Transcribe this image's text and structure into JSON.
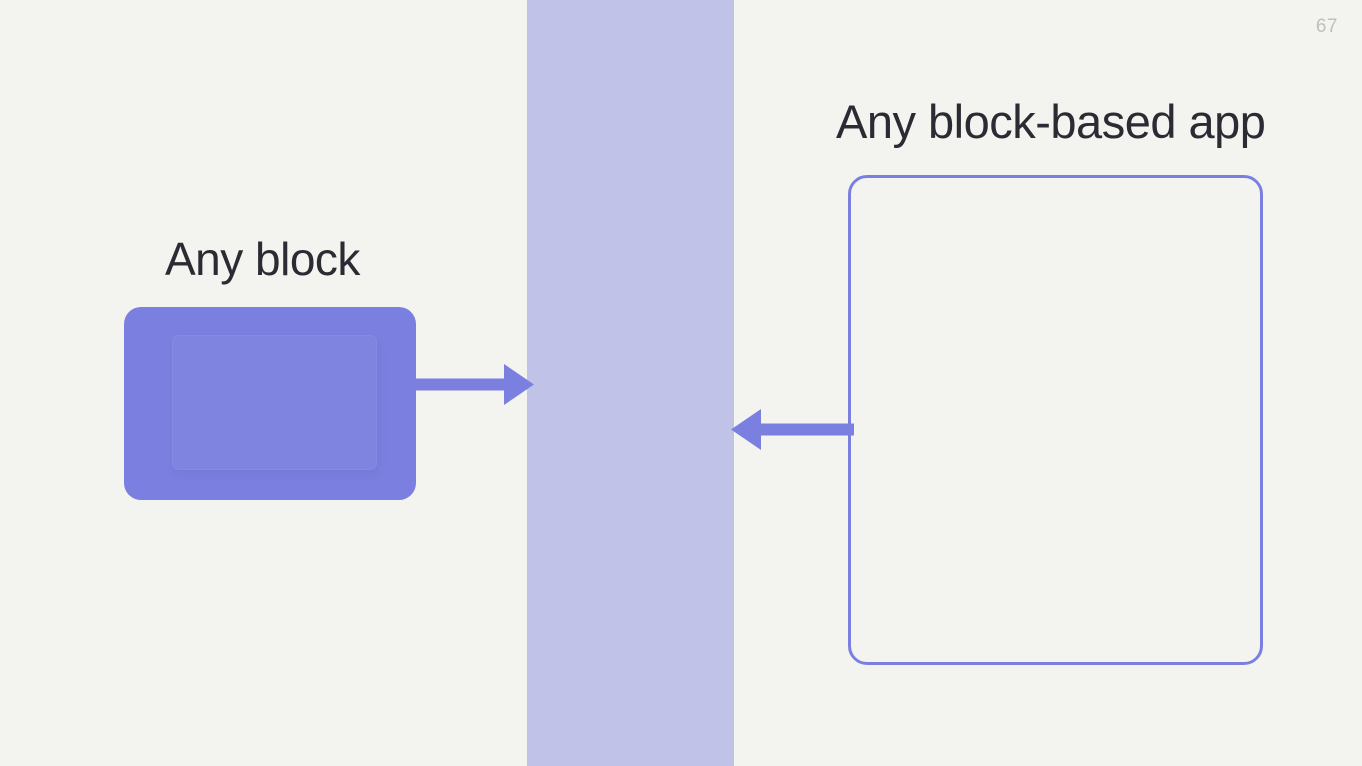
{
  "slide": {
    "page_number": "67",
    "background_color": "#f3f4ef",
    "accent_color": "#7b80e0",
    "band_color": "#c0c2e8",
    "text_color": "#2b2b33",
    "page_number_color": "#bfc0bd"
  },
  "left": {
    "heading": "Any block",
    "block_label": "",
    "icon": "solid-block-shape"
  },
  "right": {
    "heading": "Any block-based app",
    "frame_label": "",
    "icon": "outlined-app-frame"
  },
  "center": {
    "band_label": "",
    "icon": "vertical-band"
  },
  "arrows": {
    "right_icon": "arrow-right-icon",
    "left_icon": "arrow-left-icon"
  }
}
